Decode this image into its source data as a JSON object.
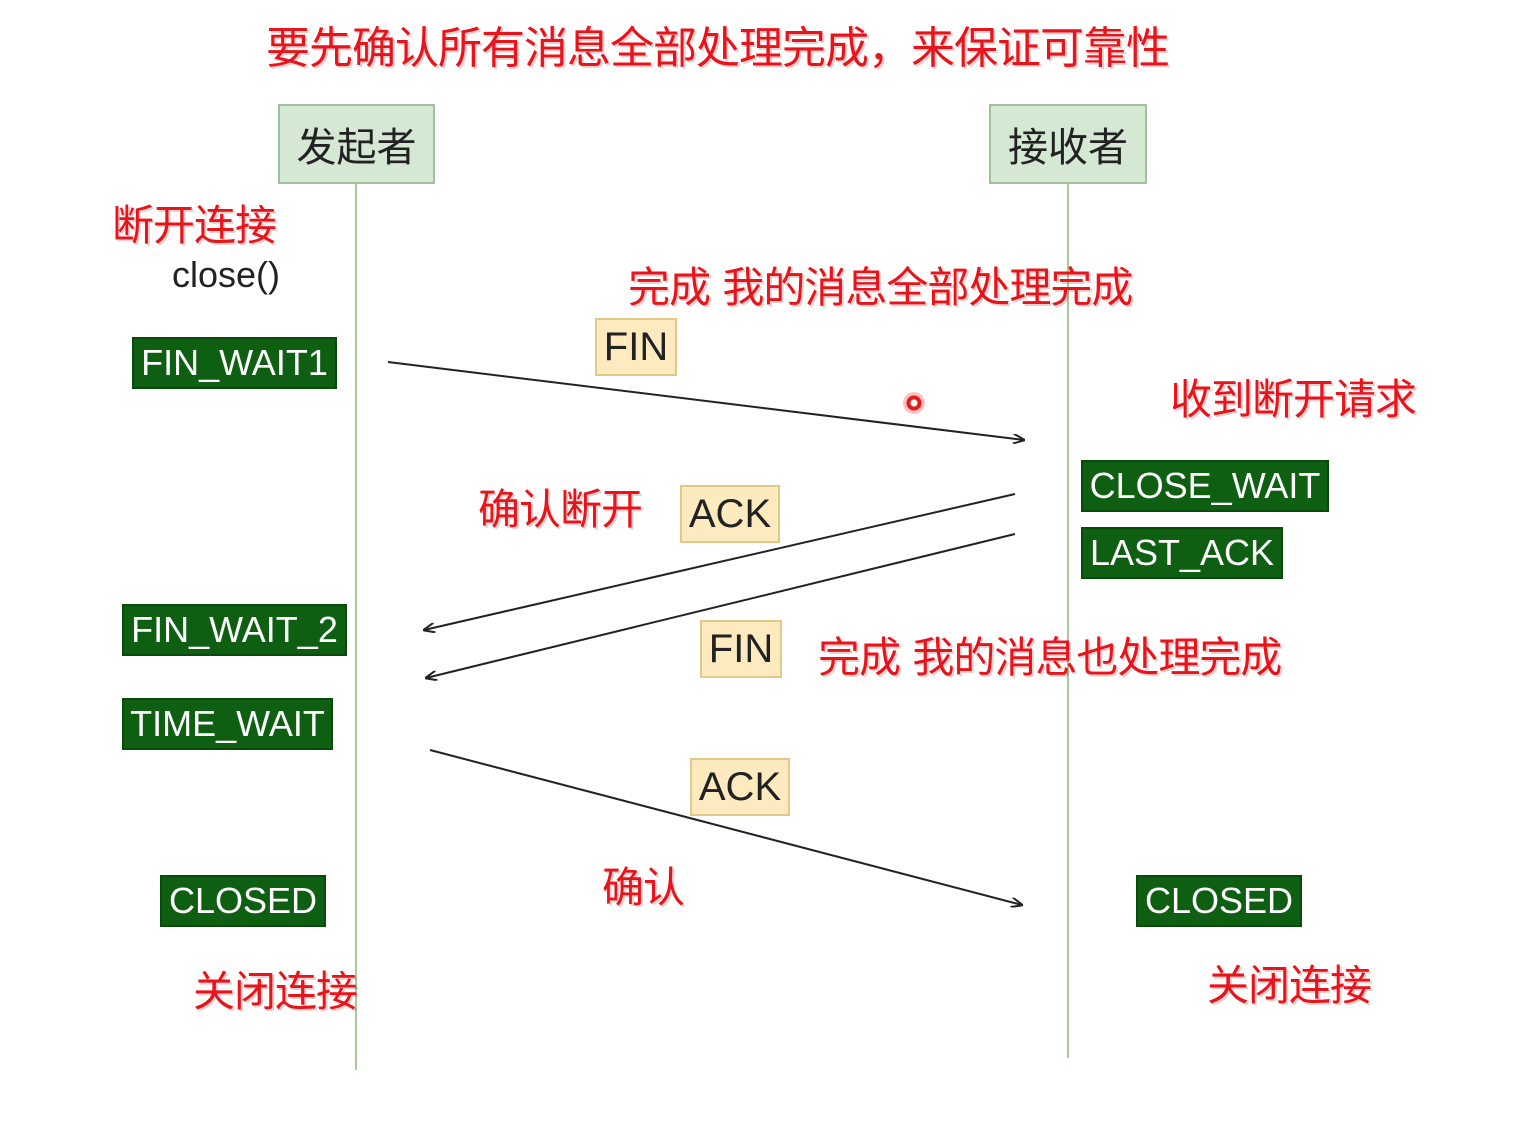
{
  "title": "要先确认所有消息全部处理完成，来保证可靠性",
  "actors": {
    "initiator": "发起者",
    "receiver": "接收者"
  },
  "notes": {
    "disconnect": "断开连接",
    "close_call": "close()",
    "done_first": "完成  我的消息全部处理完成",
    "received_request": "收到断开请求",
    "confirm_disconnect": "确认断开",
    "done_second": "完成 我的消息也处理完成",
    "confirm": "确认",
    "close_left": "关闭连接",
    "close_right": "关闭连接"
  },
  "states": {
    "fin_wait1": "FIN_WAIT1",
    "fin_wait2": "FIN_WAIT_2",
    "time_wait": "TIME_WAIT",
    "closed_left": "CLOSED",
    "close_wait": "CLOSE_WAIT",
    "last_ack": "LAST_ACK",
    "closed_right": "CLOSED"
  },
  "messages": {
    "fin1": "FIN",
    "ack1": "ACK",
    "fin2": "FIN",
    "ack2": "ACK"
  },
  "colors": {
    "state_bg": "#0e5f12",
    "message_bg": "#fdebbf",
    "actor_bg": "#d5e8d4",
    "note_text": "#e8141b"
  }
}
